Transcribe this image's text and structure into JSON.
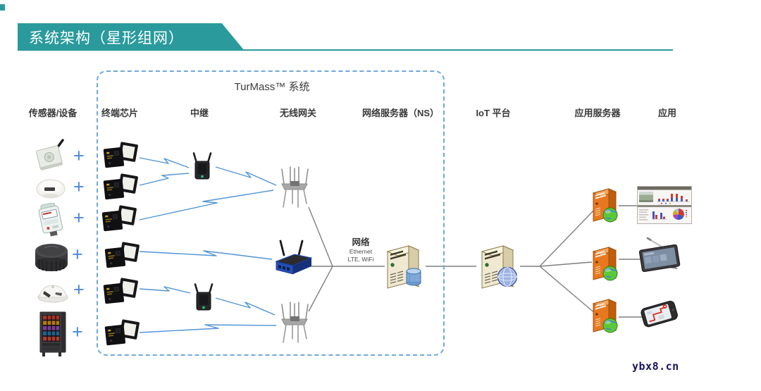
{
  "header": {
    "title": "系统架构（星形组网）"
  },
  "system_box": {
    "label": "TurMass™ 系统"
  },
  "columns": {
    "sensors": "传感器/设备",
    "chips": "终端芯片",
    "relay": "中继",
    "gateway": "无线网关",
    "network_server": "网络服务器（NS）",
    "iot_platform": "IoT 平台",
    "app_server": "应用服务器",
    "application": "应用"
  },
  "network_label": {
    "title": "网络",
    "line1": "Ethernet",
    "line2": "LTE, WiFi"
  },
  "plus": "+",
  "watermark": "ybx8.cn",
  "icons": {
    "sensor_devices": [
      "antenna-sensor-icon",
      "smoke-detector-icon",
      "smart-meter-icon",
      "parking-sensor-icon",
      "dome-sensor-icon",
      "vending-machine-icon"
    ],
    "terminal_chip": "chip-pair-icon",
    "relay": "wifi-repeater-icon",
    "wireless_gateway": [
      "antenna-array-icon",
      "router-icon",
      "antenna-array-icon"
    ],
    "network_server": "server-with-database-icon",
    "iot_platform": "server-with-globe-icon",
    "app_server": "orange-server-with-globe-icon",
    "applications": [
      "dashboard-monitor-icon",
      "tablet-icon",
      "smartphone-map-icon"
    ]
  },
  "colors": {
    "accent_teal": "#2a9a9c",
    "dashed_box_blue": "#6fa8dc",
    "link_bolt_blue": "#4f94d4",
    "plus_blue": "#4a89dc",
    "connector_gray": "#7f7f7f",
    "server_beige": "#efe9d2",
    "app_server_orange": "#e8781f",
    "watermark_navy": "#14145e"
  }
}
